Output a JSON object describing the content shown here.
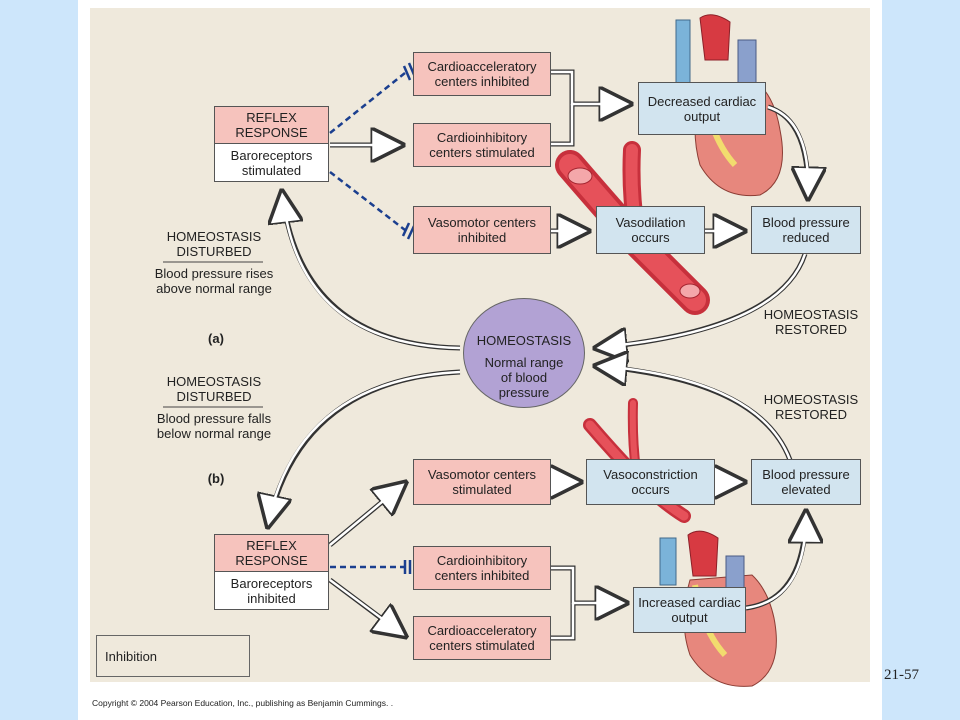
{
  "colors": {
    "page_background": "#cde6fb",
    "panel": "#efe9dc",
    "pink_box": "#f6c3bd",
    "blue_box": "#d2e4ef",
    "homeostasis_circle": "#b2a2d4",
    "inhibition_line": "#1b3f8f"
  },
  "section_a": {
    "reflex_title": "REFLEX RESPONSE",
    "reflex_body": "Baroreceptors stimulated",
    "cardioaccel": "Cardioacceleratory centers inhibited",
    "cardioinhib": "Cardioinhibitory centers stimulated",
    "decreased_output": "Decreased cardiac output",
    "vasomotor": "Vasomotor centers inhibited",
    "vasodilation": "Vasodilation occurs",
    "bp_reduced": "Blood pressure reduced",
    "disturbed_title": "HOMEOSTASIS DISTURBED",
    "disturbed_body": "Blood pressure rises above normal range",
    "marker": "(a)",
    "restored": "HOMEOSTASIS RESTORED"
  },
  "homeostasis": {
    "title": "HOMEOSTASIS",
    "body": "Normal range of blood pressure"
  },
  "section_b": {
    "disturbed_title": "HOMEOSTASIS DISTURBED",
    "disturbed_body": "Blood pressure falls below normal range",
    "marker": "(b)",
    "restored": "HOMEOSTASIS RESTORED",
    "vasomotor": "Vasomotor centers stimulated",
    "vasoconstriction": "Vasoconstriction occurs",
    "bp_elevated": "Blood pressure elevated",
    "reflex_title": "REFLEX RESPONSE",
    "reflex_body": "Baroreceptors inhibited",
    "cardioinhib": "Cardioinhibitory centers inhibited",
    "increased_output": "Increased cardiac output",
    "cardioaccel": "Cardioacceleratory centers stimulated"
  },
  "legend": {
    "label": "Inhibition"
  },
  "page_number": "21-57",
  "copyright": "Copyright © 2004 Pearson Education, Inc., publishing as Benjamin Cummings. ."
}
